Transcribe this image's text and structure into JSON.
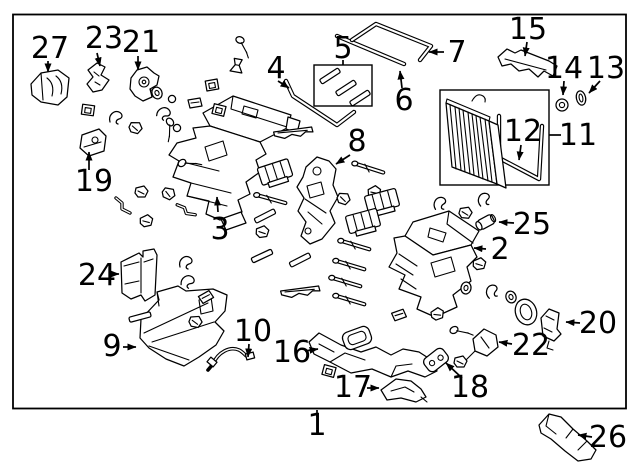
{
  "diagram": {
    "kind": "exploded-parts-diagram",
    "background": "#ffffff",
    "line_color": "#000000"
  },
  "callouts": [
    "1",
    "2",
    "3",
    "4",
    "5",
    "6",
    "7",
    "8",
    "9",
    "10",
    "11",
    "12",
    "13",
    "14",
    "15",
    "16",
    "17",
    "18",
    "19",
    "20",
    "21",
    "22",
    "23",
    "24",
    "25",
    "26",
    "27"
  ]
}
